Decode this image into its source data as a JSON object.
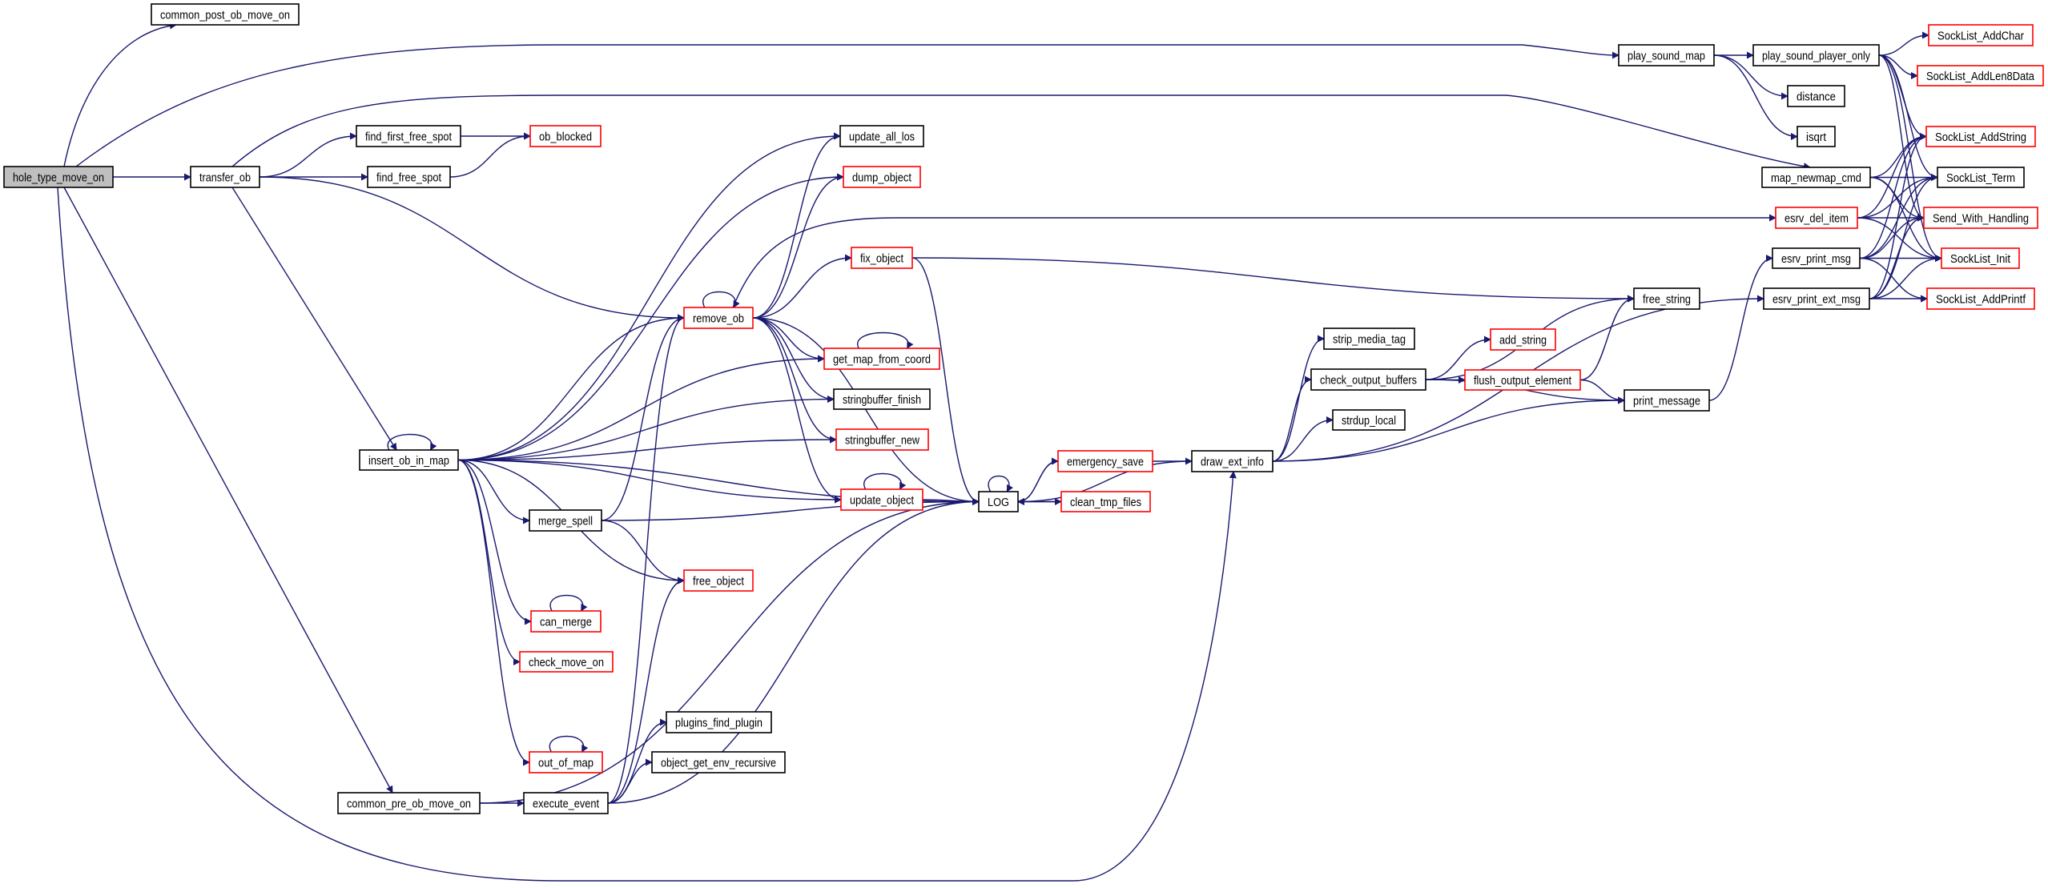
{
  "colors": {
    "edge": "#191970",
    "border": "#000000",
    "border_external": "#ff0000",
    "root_fill": "#bfbfbf"
  },
  "nodes": [
    {
      "label": "hole_type_move_on",
      "red": false,
      "root": true
    },
    {
      "label": "common_post_ob_move_on",
      "red": false
    },
    {
      "label": "transfer_ob",
      "red": false
    },
    {
      "label": "find_first_free_spot",
      "red": false
    },
    {
      "label": "find_free_spot",
      "red": false
    },
    {
      "label": "ob_blocked",
      "red": true
    },
    {
      "label": "insert_ob_in_map",
      "red": false
    },
    {
      "label": "common_pre_ob_move_on",
      "red": false
    },
    {
      "label": "remove_ob",
      "red": true
    },
    {
      "label": "merge_spell",
      "red": false
    },
    {
      "label": "free_object",
      "red": true
    },
    {
      "label": "can_merge",
      "red": true
    },
    {
      "label": "check_move_on",
      "red": true
    },
    {
      "label": "out_of_map",
      "red": true
    },
    {
      "label": "execute_event",
      "red": false
    },
    {
      "label": "plugins_find_plugin",
      "red": false
    },
    {
      "label": "object_get_env_recursive",
      "red": false
    },
    {
      "label": "update_all_los",
      "red": false
    },
    {
      "label": "dump_object",
      "red": true
    },
    {
      "label": "fix_object",
      "red": true
    },
    {
      "label": "get_map_from_coord",
      "red": true
    },
    {
      "label": "stringbuffer_finish",
      "red": false
    },
    {
      "label": "stringbuffer_new",
      "red": true
    },
    {
      "label": "update_object",
      "red": true
    },
    {
      "label": "LOG",
      "red": false
    },
    {
      "label": "emergency_save",
      "red": true
    },
    {
      "label": "clean_tmp_files",
      "red": true
    },
    {
      "label": "draw_ext_info",
      "red": false
    },
    {
      "label": "strip_media_tag",
      "red": false
    },
    {
      "label": "check_output_buffers",
      "red": false
    },
    {
      "label": "strdup_local",
      "red": false
    },
    {
      "label": "add_string",
      "red": true
    },
    {
      "label": "flush_output_element",
      "red": true
    },
    {
      "label": "free_string",
      "red": false
    },
    {
      "label": "print_message",
      "red": false
    },
    {
      "label": "play_sound_map",
      "red": false
    },
    {
      "label": "play_sound_player_only",
      "red": false
    },
    {
      "label": "distance",
      "red": false
    },
    {
      "label": "isqrt",
      "red": false
    },
    {
      "label": "map_newmap_cmd",
      "red": false
    },
    {
      "label": "esrv_del_item",
      "red": true
    },
    {
      "label": "esrv_print_msg",
      "red": false
    },
    {
      "label": "esrv_print_ext_msg",
      "red": false
    },
    {
      "label": "SockList_AddChar",
      "red": true
    },
    {
      "label": "SockList_AddLen8Data",
      "red": true
    },
    {
      "label": "SockList_AddString",
      "red": true
    },
    {
      "label": "SockList_Term",
      "red": false
    },
    {
      "label": "Send_With_Handling",
      "red": true
    },
    {
      "label": "SockList_Init",
      "red": true
    },
    {
      "label": "SockList_AddPrintf",
      "red": true
    }
  ],
  "edges": [
    [
      0,
      1
    ],
    [
      0,
      35
    ],
    [
      0,
      2
    ],
    [
      0,
      7
    ],
    [
      0,
      27
    ],
    [
      2,
      3
    ],
    [
      2,
      4
    ],
    [
      2,
      39
    ],
    [
      2,
      8
    ],
    [
      2,
      6
    ],
    [
      3,
      5
    ],
    [
      4,
      5
    ],
    [
      35,
      36
    ],
    [
      35,
      37
    ],
    [
      35,
      38
    ],
    [
      36,
      43
    ],
    [
      36,
      44
    ],
    [
      36,
      45
    ],
    [
      36,
      46
    ],
    [
      36,
      47
    ],
    [
      36,
      48
    ],
    [
      39,
      45
    ],
    [
      39,
      46
    ],
    [
      39,
      47
    ],
    [
      39,
      48
    ],
    [
      40,
      45
    ],
    [
      40,
      46
    ],
    [
      40,
      47
    ],
    [
      40,
      48
    ],
    [
      41,
      45
    ],
    [
      41,
      46
    ],
    [
      41,
      47
    ],
    [
      41,
      48
    ],
    [
      41,
      49
    ],
    [
      42,
      45
    ],
    [
      42,
      46
    ],
    [
      42,
      47
    ],
    [
      42,
      48
    ],
    [
      42,
      49
    ],
    [
      8,
      8
    ],
    [
      8,
      17
    ],
    [
      8,
      18
    ],
    [
      8,
      40
    ],
    [
      8,
      19
    ],
    [
      8,
      20
    ],
    [
      8,
      21
    ],
    [
      8,
      22
    ],
    [
      8,
      23
    ],
    [
      8,
      24
    ],
    [
      19,
      33
    ],
    [
      19,
      24
    ],
    [
      20,
      20
    ],
    [
      23,
      23
    ],
    [
      23,
      24
    ],
    [
      6,
      6
    ],
    [
      6,
      17
    ],
    [
      6,
      18
    ],
    [
      6,
      8
    ],
    [
      6,
      20
    ],
    [
      6,
      21
    ],
    [
      6,
      22
    ],
    [
      6,
      23
    ],
    [
      6,
      9
    ],
    [
      6,
      10
    ],
    [
      6,
      11
    ],
    [
      6,
      12
    ],
    [
      6,
      13
    ],
    [
      6,
      24
    ],
    [
      9,
      8
    ],
    [
      9,
      24
    ],
    [
      9,
      10
    ],
    [
      11,
      11
    ],
    [
      13,
      13
    ],
    [
      24,
      24
    ],
    [
      24,
      25
    ],
    [
      24,
      26
    ],
    [
      25,
      24
    ],
    [
      25,
      27
    ],
    [
      26,
      24
    ],
    [
      27,
      24
    ],
    [
      27,
      28
    ],
    [
      27,
      29
    ],
    [
      27,
      30
    ],
    [
      27,
      34
    ],
    [
      27,
      42
    ],
    [
      29,
      33
    ],
    [
      29,
      31
    ],
    [
      29,
      32
    ],
    [
      29,
      34
    ],
    [
      32,
      33
    ],
    [
      32,
      34
    ],
    [
      34,
      41
    ],
    [
      7,
      14
    ],
    [
      7,
      24
    ],
    [
      14,
      8
    ],
    [
      14,
      10
    ],
    [
      14,
      15
    ],
    [
      14,
      16
    ],
    [
      14,
      24
    ]
  ]
}
